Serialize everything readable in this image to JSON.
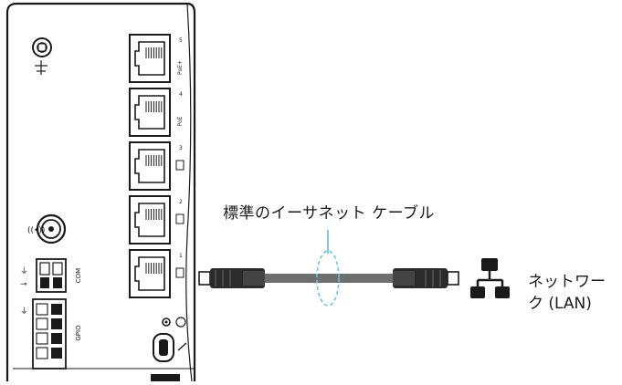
{
  "cable_label": "標準のイーサネット ケーブル",
  "network_label_line1": "ネットワー",
  "network_label_line2": "ク (LAN)",
  "ports": [
    {
      "index": "5",
      "tag": "PoE+"
    },
    {
      "index": "4",
      "tag": "PoE"
    },
    {
      "index": "3",
      "tag": ""
    },
    {
      "index": "2",
      "tag": ""
    },
    {
      "index": "1",
      "tag": ""
    }
  ],
  "terminal_labels": {
    "com": "COM",
    "gpio": "GPIO"
  },
  "icons": {
    "ground": "ground-icon",
    "antenna": "antenna-connector-icon",
    "network": "network-icon",
    "hdmi": "hdmi-port-icon",
    "ethernet": "ethernet-port-icon"
  },
  "colors": {
    "outline": "#1a1a1a",
    "cable": "#6e6e6e",
    "highlight": "#6fc3ea",
    "connector": "#2b2b2b"
  }
}
